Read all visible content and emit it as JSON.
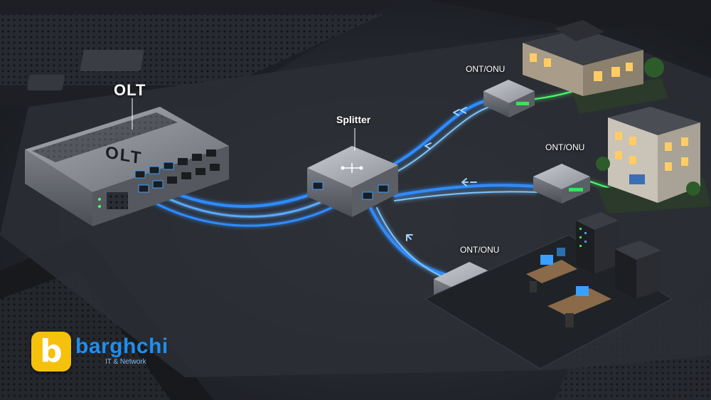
{
  "labels": {
    "olt": "OLT",
    "olt_face": "OLT",
    "splitter": "Splitter",
    "ont_top": "ONT/ONU",
    "ont_middle": "ONT/ONU",
    "ont_bottom": "ONT/ONU"
  },
  "brand": {
    "mark": "b",
    "name": "barghchi",
    "tagline": "IT & Network"
  },
  "colors": {
    "fiber": "#2f8cff",
    "fiber_glow": "#7cc4ff",
    "ethernet": "#4cff6a",
    "brand_yellow": "#f5c10d",
    "brand_blue": "#1e8ff0"
  },
  "icons": [
    "house-icon",
    "apartment-building-icon",
    "office-workstation-icon",
    "server-rack-icon"
  ]
}
